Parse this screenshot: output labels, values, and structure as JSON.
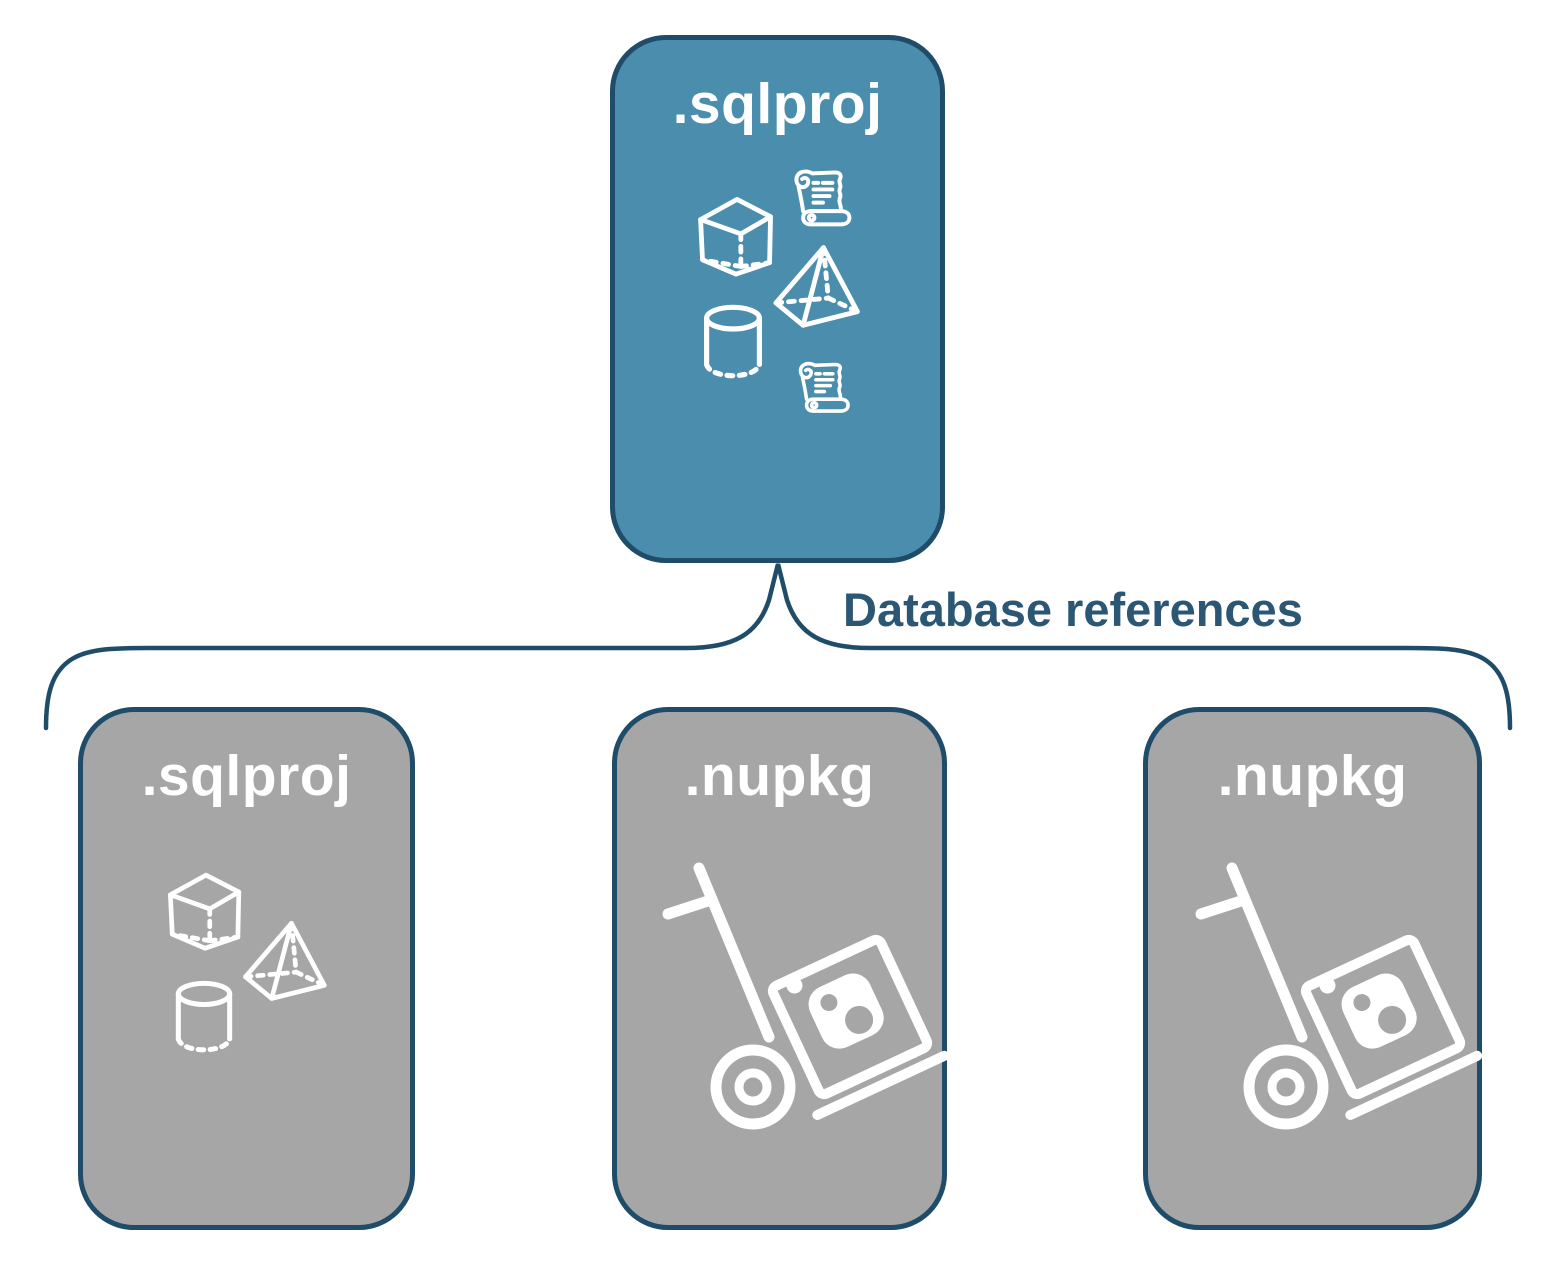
{
  "diagram": {
    "connector_label": "Database references",
    "root": {
      "label": ".sqlproj",
      "icons": [
        "scroll-icon",
        "cube-icon",
        "pyramid-icon",
        "cylinder-icon",
        "scroll-icon"
      ]
    },
    "children": [
      {
        "label": ".sqlproj",
        "icons": [
          "cube-icon",
          "pyramid-icon",
          "cylinder-icon"
        ]
      },
      {
        "label": ".nupkg",
        "icons": [
          "nuget-handtruck-icon"
        ]
      },
      {
        "label": ".nupkg",
        "icons": [
          "nuget-handtruck-icon"
        ]
      }
    ],
    "colors": {
      "root_fill": "#4A8DAD",
      "child_fill": "#A6A6A6",
      "outline": "#1E4C69",
      "connector_text": "#2B5674",
      "icon": "#FFFFFF",
      "background": "#FFFFFF"
    }
  }
}
